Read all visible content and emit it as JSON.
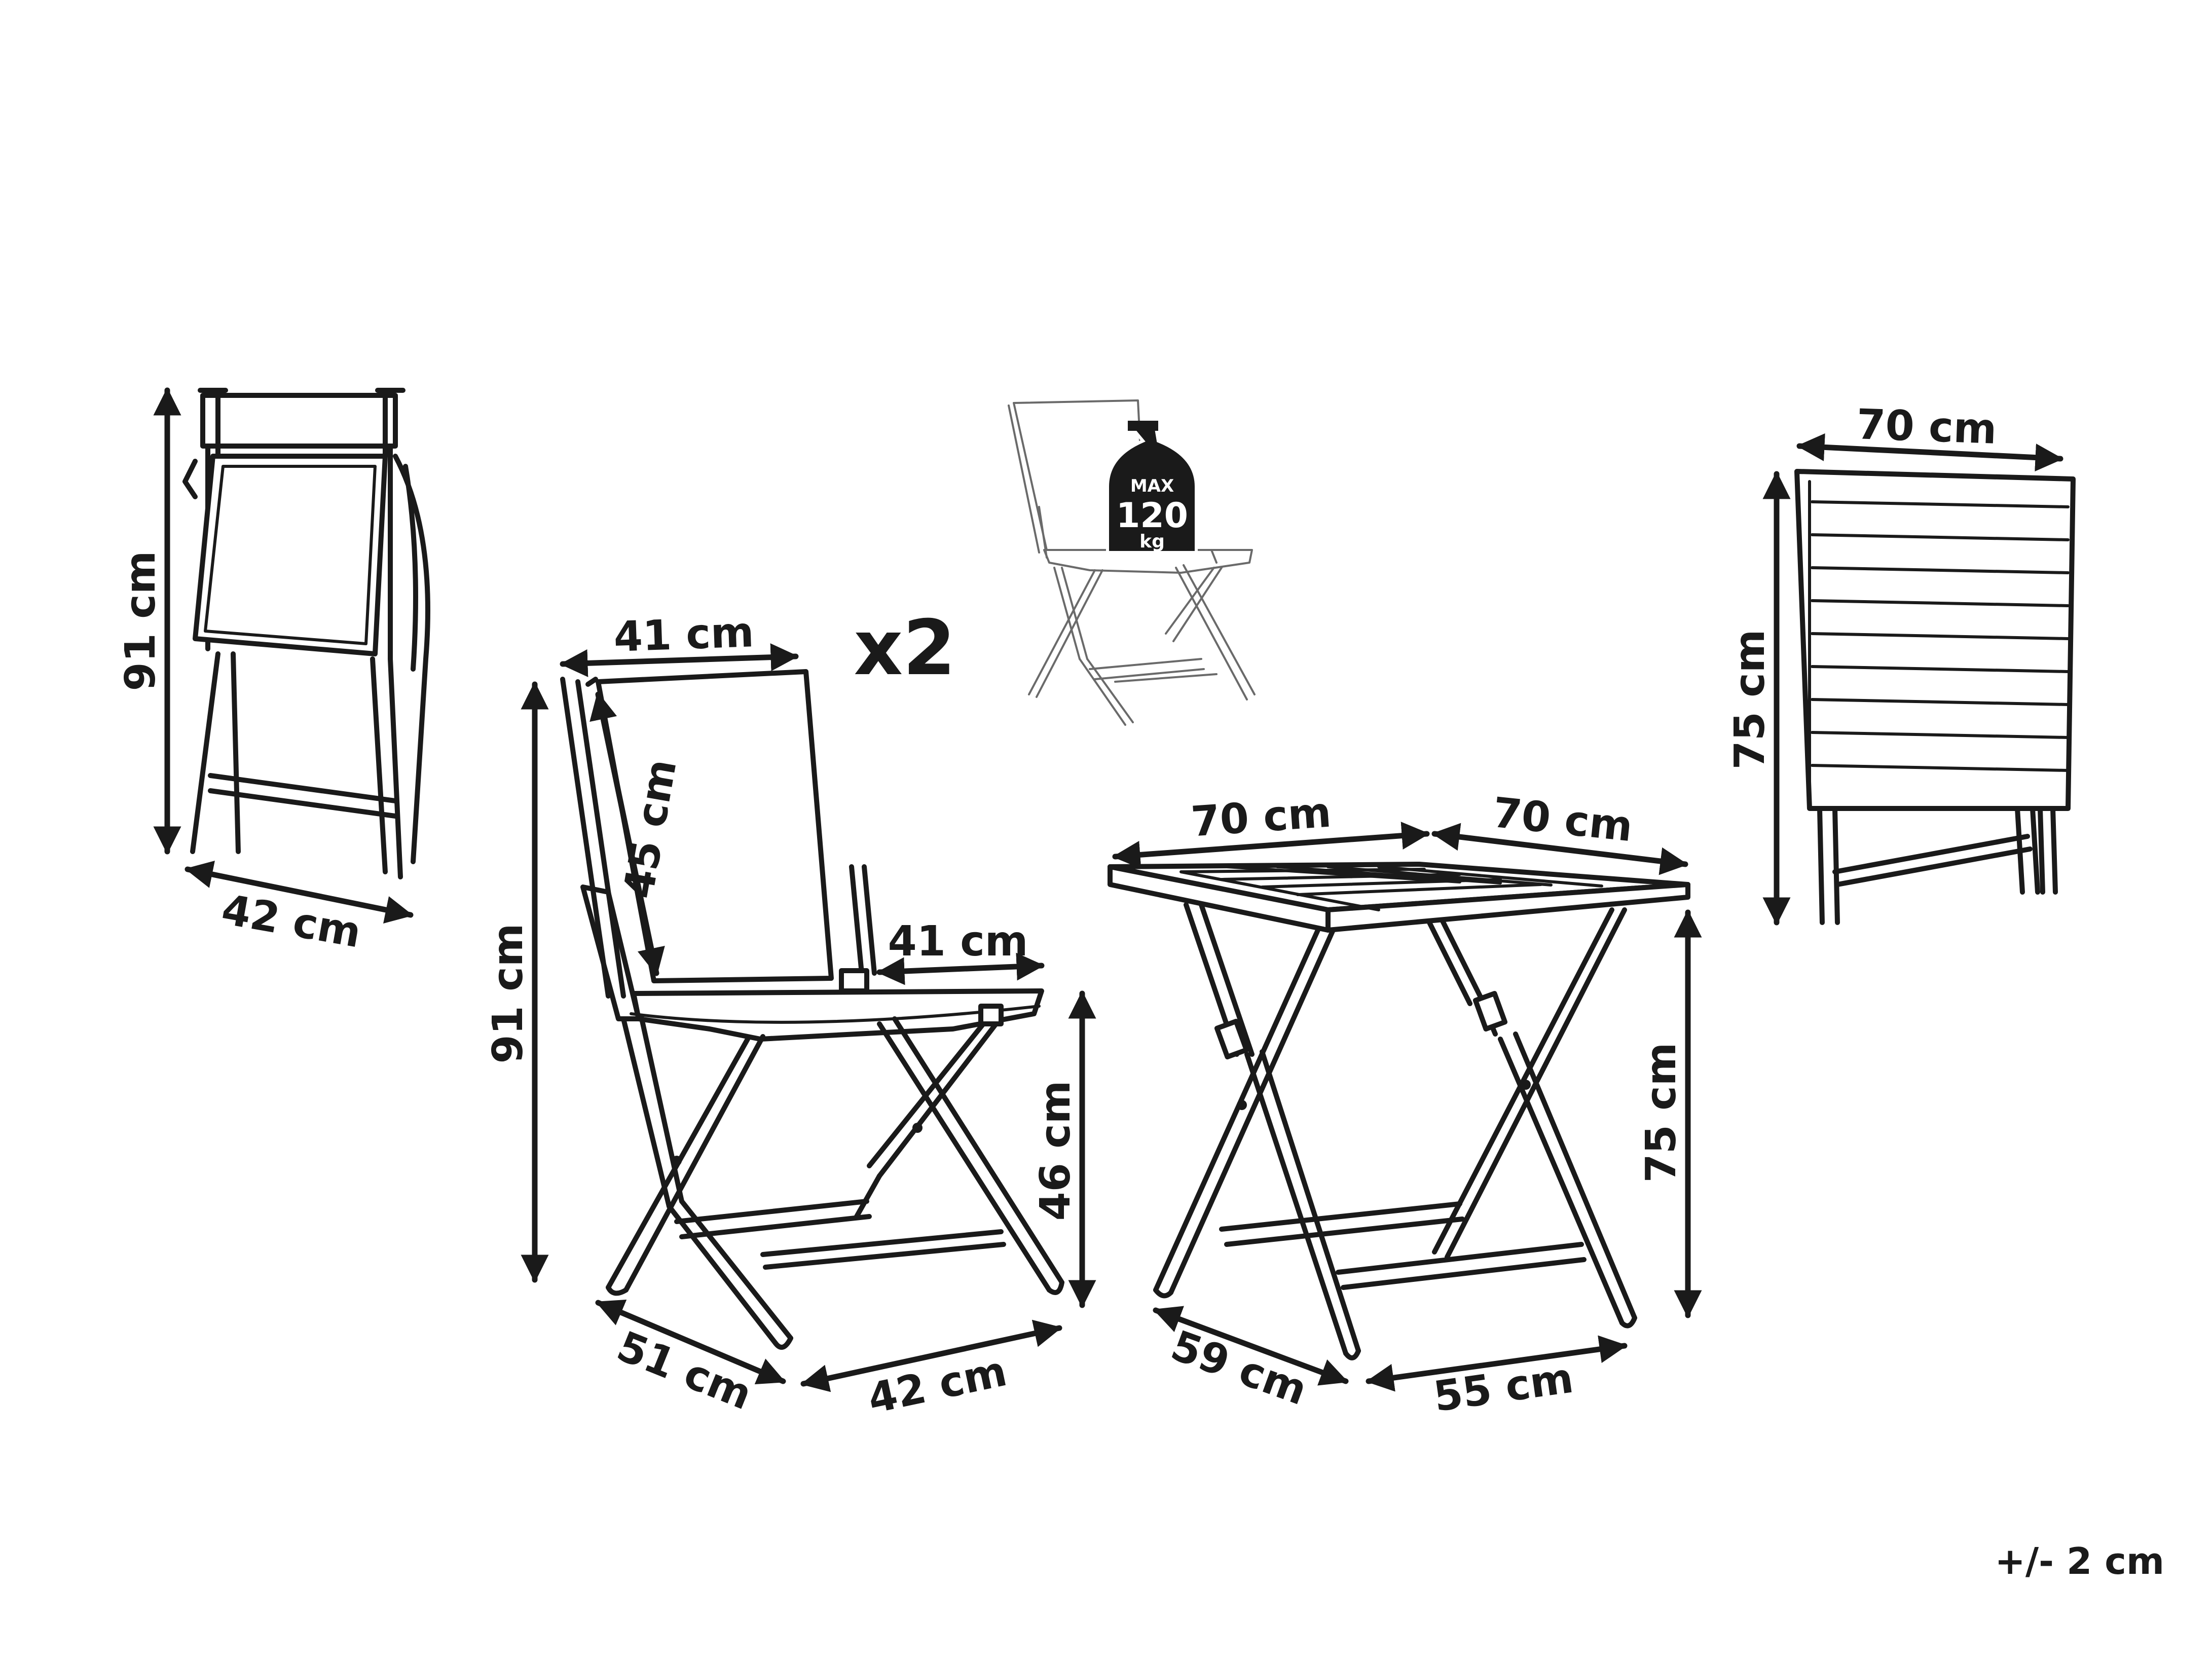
{
  "dimensions": {
    "folded_chair_height": "91 cm",
    "folded_chair_depth": "42 cm",
    "chair_backrest_width": "41 cm",
    "chair_backrest_height": "45 cm",
    "chair_height": "91 cm",
    "chair_seat_width": "41 cm",
    "chair_seat_height": "46 cm",
    "chair_width": "51 cm",
    "chair_depth": "42 cm",
    "table_top_width": "70 cm",
    "table_top_depth": "70 cm",
    "table_height": "75 cm",
    "table_base_width": "59 cm",
    "table_base_depth": "55 cm",
    "folded_table_width": "70 cm",
    "folded_table_height": "75 cm"
  },
  "quantity": "x2",
  "max_load": {
    "max": "MAX",
    "value": "120",
    "unit": "kg"
  },
  "tolerance": "+/- 2 cm",
  "colors": {
    "ink": "#1a1a1a",
    "light_ink": "#6a6a6a",
    "background": "#ffffff"
  }
}
